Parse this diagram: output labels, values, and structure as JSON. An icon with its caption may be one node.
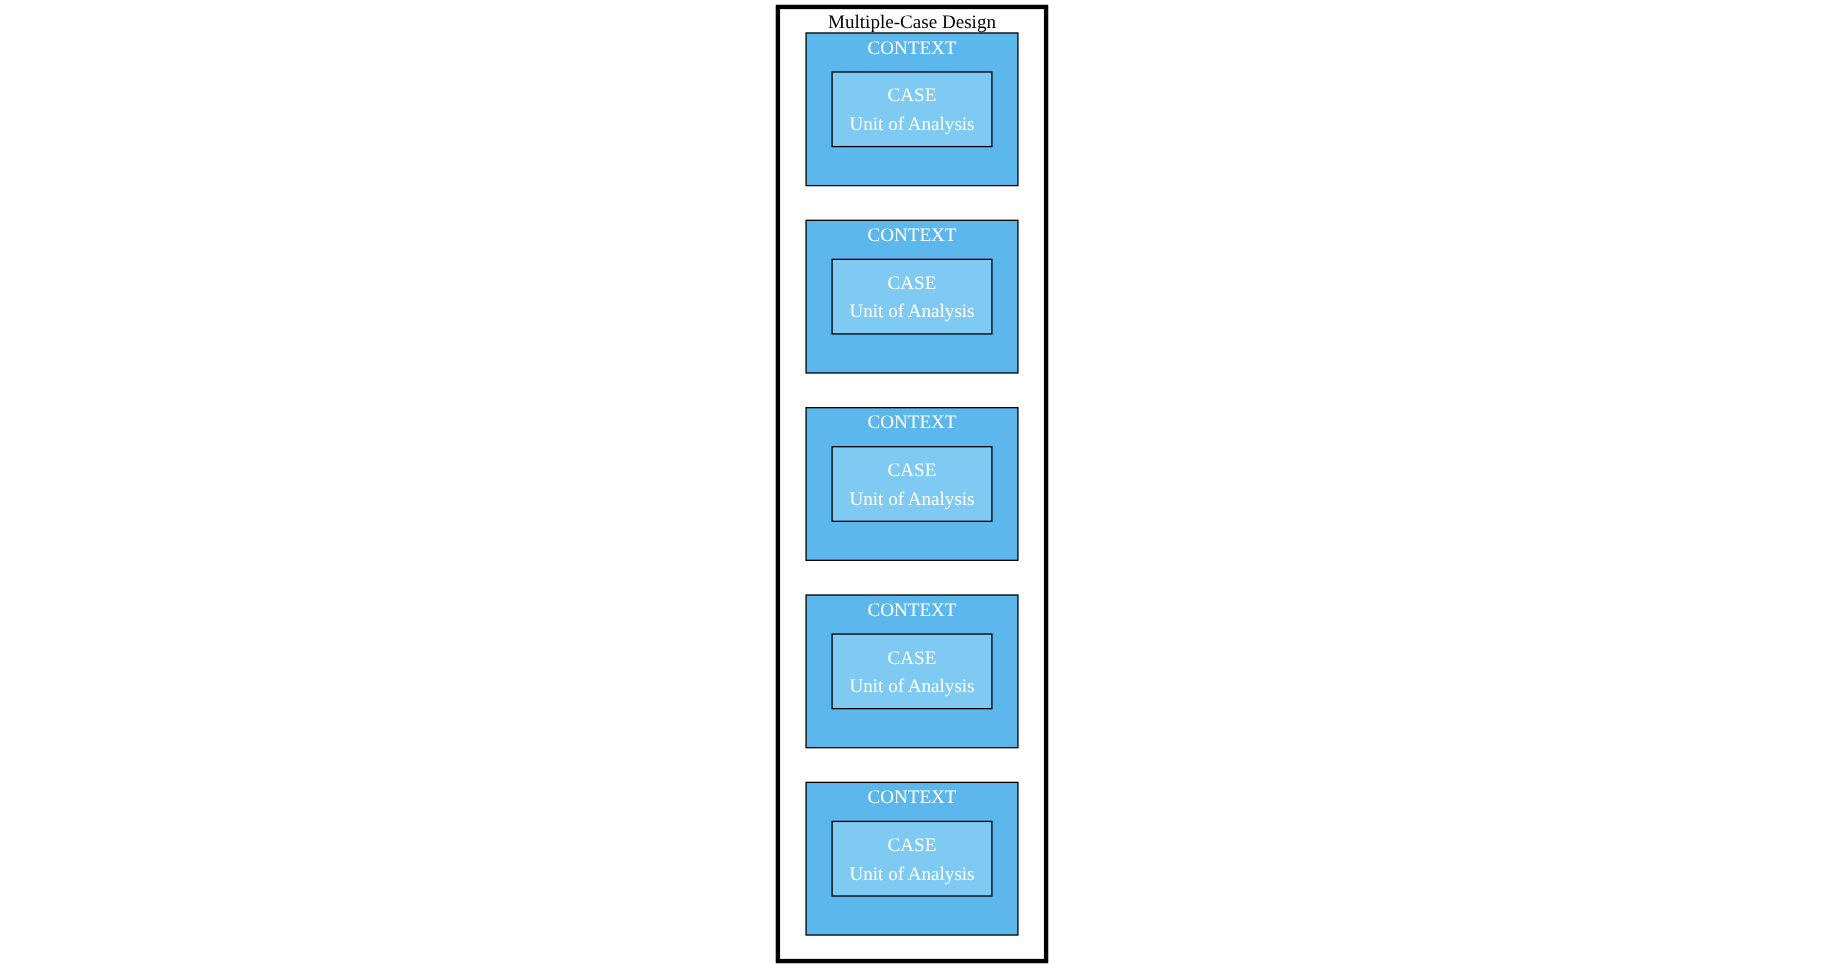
{
  "diagram": {
    "nodes": [
      {
        "text": [
          "Multiple-Case Design"
        ]
      },
      {
        "text": [
          "CONTEXT"
        ],
        "in": 0
      },
      {
        "text": [
          "CASE",
          "Unit of Analysis"
        ],
        "in": 1
      },
      {
        "text": [
          "CONTEXT"
        ],
        "in": 0
      },
      {
        "text": [
          "CASE",
          "Unit of Analysis"
        ],
        "in": 3
      },
      {
        "text": [
          "CONTEXT"
        ],
        "in": 0
      },
      {
        "text": [
          "CASE",
          "Unit of Analysis"
        ],
        "in": 5
      },
      {
        "text": [
          "CONTEXT"
        ],
        "in": 0
      },
      {
        "text": [
          "CASE",
          "Unit of Analysis"
        ],
        "in": 7
      },
      {
        "text": [
          "CONTEXT"
        ],
        "in": 0
      },
      {
        "text": [
          "CASE",
          "Unit of Analysis"
        ],
        "in": 9
      }
    ],
    "edges": []
  }
}
